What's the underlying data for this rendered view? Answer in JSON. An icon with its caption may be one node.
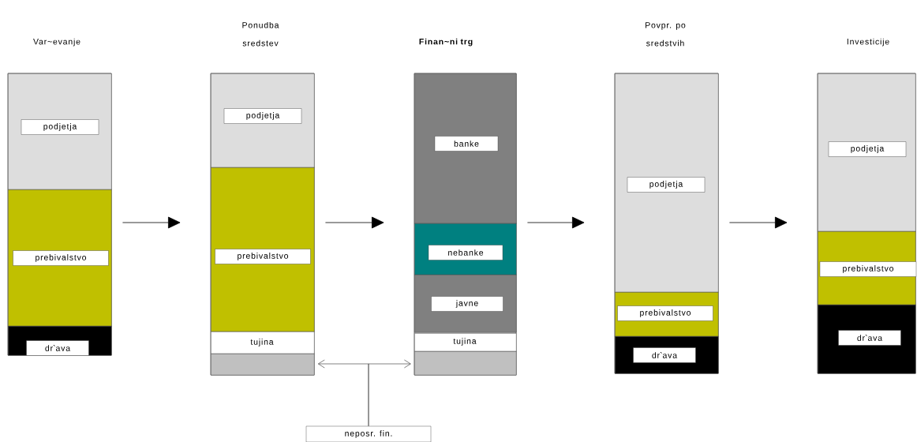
{
  "diagram": {
    "nodes": [
      {
        "text": [
          "Var~evanje"
        ]
      },
      {
        "text": [
          "podjetja"
        ],
        "in": 0
      },
      {
        "text": [
          "prebivalstvo"
        ],
        "in": 0
      },
      {
        "text": [
          "dr`ava"
        ],
        "in": 0
      },
      {
        "text": [
          "Ponudba sredstev"
        ]
      },
      {
        "text": [
          "podjetja"
        ],
        "in": 4
      },
      {
        "text": [
          "prebivalstvo"
        ],
        "in": 4
      },
      {
        "text": [
          "tujina"
        ],
        "in": 4
      },
      {
        "text": [],
        "shape": "box",
        "in": 4
      },
      {
        "text": [
          "Finan~ni trg"
        ]
      },
      {
        "text": [
          "banke"
        ],
        "in": 9
      },
      {
        "text": [
          "nebanke"
        ],
        "in": 9
      },
      {
        "text": [
          "javne"
        ],
        "in": 9
      },
      {
        "text": [
          "tujina"
        ],
        "in": 9
      },
      {
        "text": [],
        "shape": "box",
        "in": 9
      },
      {
        "text": [
          "Povpr. po sredstvih"
        ]
      },
      {
        "text": [
          "podjetja"
        ],
        "in": 15
      },
      {
        "text": [
          "prebivalstvo"
        ],
        "in": 15
      },
      {
        "text": [
          "dr`ava"
        ],
        "in": 15
      },
      {
        "text": [
          "Investicije"
        ]
      },
      {
        "text": [
          "podjetja"
        ],
        "in": 19
      },
      {
        "text": [
          "prebivalstvo"
        ],
        "in": 19
      },
      {
        "text": [
          "dr`ava"
        ],
        "in": 19
      },
      {
        "text": [
          "neposr. fin."
        ]
      }
    ],
    "edges": [
      {
        "from": 0,
        "to": 4,
        "arrow": "to"
      },
      {
        "from": 4,
        "to": 9,
        "arrow": "to"
      },
      {
        "from": 9,
        "to": 15,
        "arrow": "to"
      },
      {
        "from": 15,
        "to": 19,
        "arrow": "to"
      },
      {
        "from": 23,
        "to": 8,
        "arrow": "to"
      },
      {
        "from": 23,
        "to": 14,
        "arrow": "to"
      }
    ]
  }
}
